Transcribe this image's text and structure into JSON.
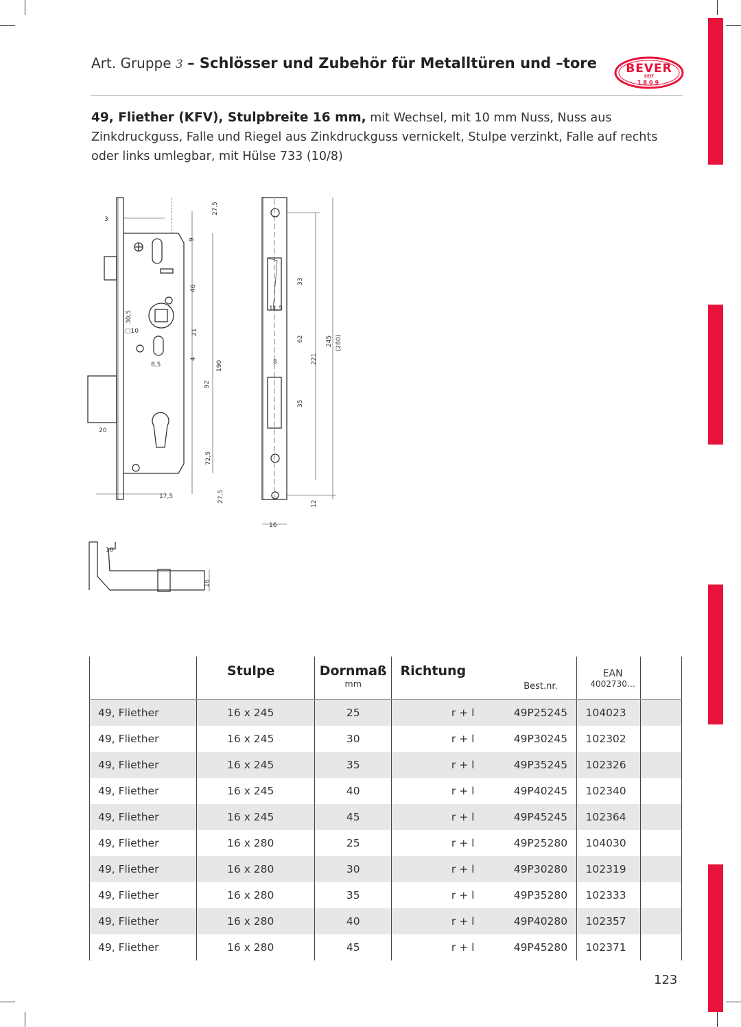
{
  "header": {
    "group_label": "Art. Gruppe",
    "group_number": "3",
    "title": "– Schlösser und Zubehör für Metalltüren und –tore"
  },
  "logo": {
    "text": "BEVER",
    "seit": "SEIT",
    "year": "1809",
    "color": "#e8123c"
  },
  "product": {
    "title": "49, Fliether (KFV), Stulpbreite 16 mm,",
    "description": "mit Wechsel, mit 10 mm Nuss, Nuss aus Zinkdruckguss, Falle und Riegel aus Zinkdruckguss vernickelt, Stulpe verzinkt, Falle auf rechts oder links umlegbar, mit Hülse 733 (10/8)"
  },
  "drawing_labels": {
    "main": [
      "3",
      "27,5",
      "9",
      "46",
      "30,5",
      "□10",
      "21",
      "4",
      "8,5",
      "190",
      "92",
      "20",
      "72,5",
      "27,5",
      "17,5"
    ],
    "front": [
      "33",
      "11,5",
      "62",
      "245",
      "(280)",
      "221",
      "8",
      "35",
      "12",
      "16"
    ],
    "detail": [
      "10",
      "16"
    ]
  },
  "table": {
    "headers": {
      "stulpe": "Stulpe",
      "dornmass": "Dornmaß",
      "dornmass_unit": "mm",
      "richtung": "Richtung",
      "bestnr": "Best.nr.",
      "ean": "EAN",
      "ean_prefix": "4002730…"
    },
    "rows": [
      {
        "name": "49, Fliether",
        "stulpe": "16 x 245",
        "dornmass": "25",
        "richtung": "r + l",
        "bestnr": "49P25245",
        "ean": "104023"
      },
      {
        "name": "49, Fliether",
        "stulpe": "16 x 245",
        "dornmass": "30",
        "richtung": "r + l",
        "bestnr": "49P30245",
        "ean": "102302"
      },
      {
        "name": "49, Fliether",
        "stulpe": "16 x 245",
        "dornmass": "35",
        "richtung": "r + l",
        "bestnr": "49P35245",
        "ean": "102326"
      },
      {
        "name": "49, Fliether",
        "stulpe": "16 x 245",
        "dornmass": "40",
        "richtung": "r + l",
        "bestnr": "49P40245",
        "ean": "102340"
      },
      {
        "name": "49, Fliether",
        "stulpe": "16 x 245",
        "dornmass": "45",
        "richtung": "r + l",
        "bestnr": "49P45245",
        "ean": "102364"
      },
      {
        "name": "49, Fliether",
        "stulpe": "16 x 280",
        "dornmass": "25",
        "richtung": "r + l",
        "bestnr": "49P25280",
        "ean": "104030"
      },
      {
        "name": "49, Fliether",
        "stulpe": "16 x 280",
        "dornmass": "30",
        "richtung": "r + l",
        "bestnr": "49P30280",
        "ean": "102319"
      },
      {
        "name": "49, Fliether",
        "stulpe": "16 x 280",
        "dornmass": "35",
        "richtung": "r + l",
        "bestnr": "49P35280",
        "ean": "102333"
      },
      {
        "name": "49, Fliether",
        "stulpe": "16 x 280",
        "dornmass": "40",
        "richtung": "r + l",
        "bestnr": "49P40280",
        "ean": "102357"
      },
      {
        "name": "49, Fliether",
        "stulpe": "16 x 280",
        "dornmass": "45",
        "richtung": "r + l",
        "bestnr": "49P45280",
        "ean": "102371"
      }
    ]
  },
  "page_number": "123",
  "colors": {
    "accent_red": "#e8123c",
    "row_stripe": "#e5e7e9"
  }
}
